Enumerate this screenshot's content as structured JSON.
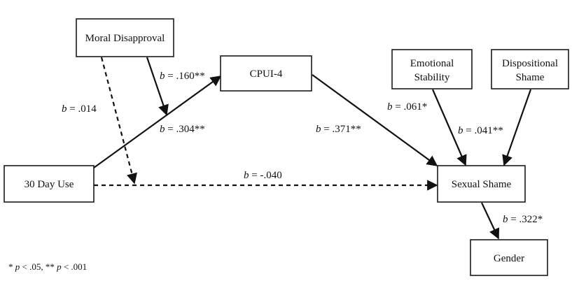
{
  "nodes": {
    "moral": "Moral Disapproval",
    "cpui": "CPUI-4",
    "emotional_line1": "Emotional",
    "emotional_line2": "Stability",
    "dispositional_line1": "Dispositional",
    "dispositional_line2": "Shame",
    "day30": "30 Day Use",
    "shame": "Sexual Shame",
    "gender": "Gender"
  },
  "paths": {
    "b_prefix": "b",
    "moral_to_mediation": " = .014",
    "moral_to_cpui_path": " = .160**",
    "day30_to_cpui": " = .304**",
    "cpui_to_shame": " = .371**",
    "emotional_to_shame": " = .061*",
    "dispositional_to_shame": " = .041**",
    "day30_to_shame": " = -.040",
    "shame_to_gender": " = .322*"
  },
  "note": {
    "star": "* ",
    "p": "p",
    "lt05": " < .05, ** ",
    "lt001": " < .001"
  }
}
